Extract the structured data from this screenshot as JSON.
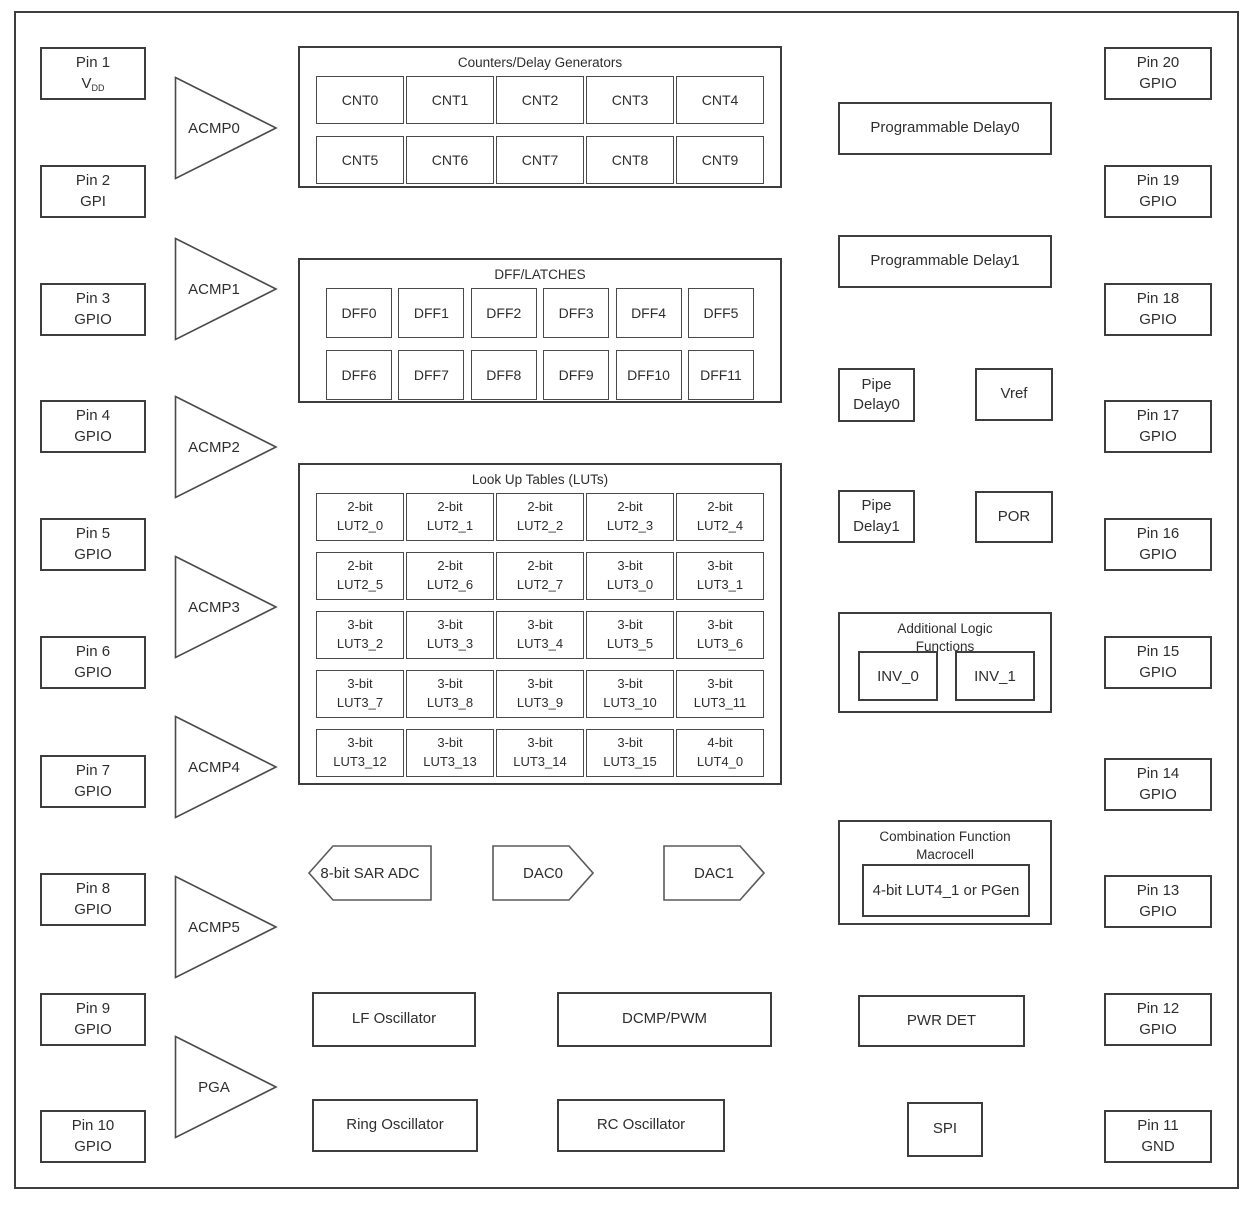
{
  "pins": {
    "left": [
      {
        "line1": "Pin 1",
        "line2": "V",
        "sub": "DD"
      },
      {
        "line1": "Pin 2",
        "line2": "GPI"
      },
      {
        "line1": "Pin 3",
        "line2": "GPIO"
      },
      {
        "line1": "Pin 4",
        "line2": "GPIO"
      },
      {
        "line1": "Pin 5",
        "line2": "GPIO"
      },
      {
        "line1": "Pin 6",
        "line2": "GPIO"
      },
      {
        "line1": "Pin 7",
        "line2": "GPIO"
      },
      {
        "line1": "Pin 8",
        "line2": "GPIO"
      },
      {
        "line1": "Pin 9",
        "line2": "GPIO"
      },
      {
        "line1": "Pin 10",
        "line2": "GPIO"
      }
    ],
    "right": [
      {
        "line1": "Pin 20",
        "line2": "GPIO"
      },
      {
        "line1": "Pin 19",
        "line2": "GPIO"
      },
      {
        "line1": "Pin 18",
        "line2": "GPIO"
      },
      {
        "line1": "Pin 17",
        "line2": "GPIO"
      },
      {
        "line1": "Pin 16",
        "line2": "GPIO"
      },
      {
        "line1": "Pin 15",
        "line2": "GPIO"
      },
      {
        "line1": "Pin 14",
        "line2": "GPIO"
      },
      {
        "line1": "Pin 13",
        "line2": "GPIO"
      },
      {
        "line1": "Pin 12",
        "line2": "GPIO"
      },
      {
        "line1": "Pin 11",
        "line2": "GND"
      }
    ]
  },
  "amplifiers": [
    "ACMP0",
    "ACMP1",
    "ACMP2",
    "ACMP3",
    "ACMP4",
    "ACMP5",
    "PGA"
  ],
  "counters": {
    "title": "Counters/Delay Generators",
    "cells": [
      "CNT0",
      "CNT1",
      "CNT2",
      "CNT3",
      "CNT4",
      "CNT5",
      "CNT6",
      "CNT7",
      "CNT8",
      "CNT9"
    ]
  },
  "dff": {
    "title": "DFF/LATCHES",
    "cells": [
      "DFF0",
      "DFF1",
      "DFF2",
      "DFF3",
      "DFF4",
      "DFF5",
      "DFF6",
      "DFF7",
      "DFF8",
      "DFF9",
      "DFF10",
      "DFF11"
    ]
  },
  "luts": {
    "title": "Look Up Tables (LUTs)",
    "cells": [
      {
        "size": "2-bit",
        "name": "LUT2_0"
      },
      {
        "size": "2-bit",
        "name": "LUT2_1"
      },
      {
        "size": "2-bit",
        "name": "LUT2_2"
      },
      {
        "size": "2-bit",
        "name": "LUT2_3"
      },
      {
        "size": "2-bit",
        "name": "LUT2_4"
      },
      {
        "size": "2-bit",
        "name": "LUT2_5"
      },
      {
        "size": "2-bit",
        "name": "LUT2_6"
      },
      {
        "size": "2-bit",
        "name": "LUT2_7"
      },
      {
        "size": "3-bit",
        "name": "LUT3_0"
      },
      {
        "size": "3-bit",
        "name": "LUT3_1"
      },
      {
        "size": "3-bit",
        "name": "LUT3_2"
      },
      {
        "size": "3-bit",
        "name": "LUT3_3"
      },
      {
        "size": "3-bit",
        "name": "LUT3_4"
      },
      {
        "size": "3-bit",
        "name": "LUT3_5"
      },
      {
        "size": "3-bit",
        "name": "LUT3_6"
      },
      {
        "size": "3-bit",
        "name": "LUT3_7"
      },
      {
        "size": "3-bit",
        "name": "LUT3_8"
      },
      {
        "size": "3-bit",
        "name": "LUT3_9"
      },
      {
        "size": "3-bit",
        "name": "LUT3_10"
      },
      {
        "size": "3-bit",
        "name": "LUT3_11"
      },
      {
        "size": "3-bit",
        "name": "LUT3_12"
      },
      {
        "size": "3-bit",
        "name": "LUT3_13"
      },
      {
        "size": "3-bit",
        "name": "LUT3_14"
      },
      {
        "size": "3-bit",
        "name": "LUT3_15"
      },
      {
        "size": "4-bit",
        "name": "LUT4_0"
      }
    ]
  },
  "delays": {
    "prog0": "Programmable Delay0",
    "prog1": "Programmable Delay1",
    "pipe0_line1": "Pipe",
    "pipe0_line2": "Delay0",
    "pipe1_line1": "Pipe",
    "pipe1_line2": "Delay1"
  },
  "refs": {
    "vref": "Vref",
    "por": "POR"
  },
  "additional_logic": {
    "title_line1": "Additional Logic",
    "title_line2": "Functions",
    "cells": [
      "INV_0",
      "INV_1"
    ]
  },
  "macrocell": {
    "title_line1": "Combination Function",
    "title_line2": "Macrocell",
    "inner": "4-bit LUT4_1 or PGen"
  },
  "converters": {
    "adc": "8-bit SAR ADC",
    "dac0": "DAC0",
    "dac1": "DAC1"
  },
  "oscillators": {
    "lf": "LF Oscillator",
    "ring": "Ring Oscillator",
    "rc": "RC Oscillator"
  },
  "misc": {
    "dcmp": "DCMP/PWM",
    "pwr_det": "PWR DET",
    "spi": "SPI"
  },
  "colors": {
    "border": "#3d3d3d",
    "text": "#2e2e2e",
    "background": "#ffffff"
  }
}
